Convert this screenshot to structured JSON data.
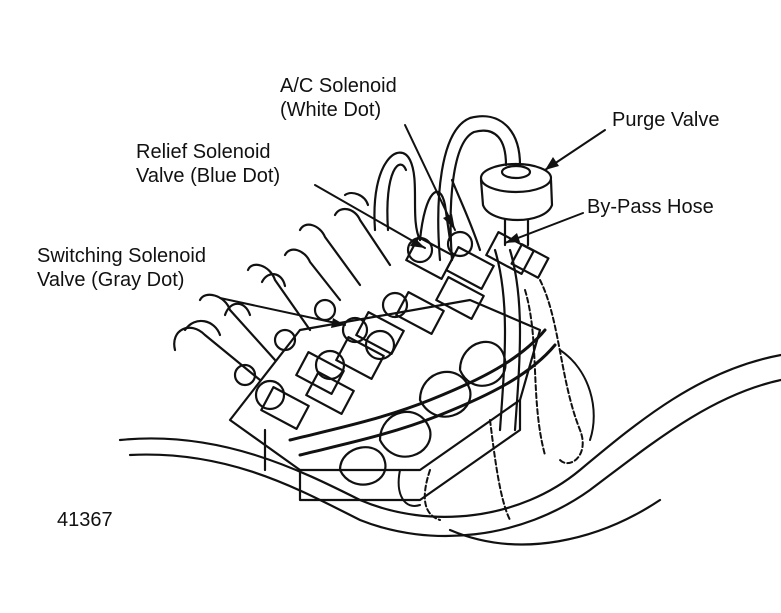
{
  "labels": {
    "ac_solenoid": [
      "A/C Solenoid",
      "(White Dot)"
    ],
    "relief_solenoid": [
      "Relief Solenoid",
      "Valve (Blue Dot)"
    ],
    "switching_solenoid": [
      "Switching Solenoid",
      "Valve (Gray Dot)"
    ],
    "purge_valve": "Purge Valve",
    "bypass_hose": "By-Pass Hose"
  },
  "figure_number": "41367",
  "colors": {
    "ink": "#111111",
    "paper": "#ffffff"
  }
}
